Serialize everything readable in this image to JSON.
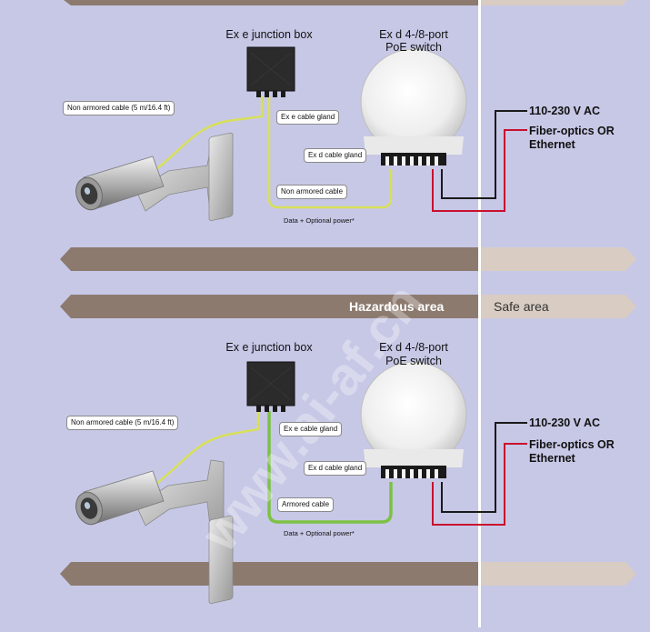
{
  "panels": [
    {
      "junction_box_title": "Ex e junction box",
      "switch_title_line1": "Ex d 4-/8-port",
      "switch_title_line2": "PoE switch",
      "camera_cable_label": "Non armored cable (5 m/16.4 ft)",
      "junction_gland_label": "Ex e cable gland",
      "switch_gland_label": "Ex d cable gland",
      "link_cable_label": "Non armored cable",
      "data_power_label": "Data + Optional power*",
      "ac_label": "110-230 V AC",
      "fiber_label_line1": "Fiber-optics OR",
      "fiber_label_line2": "Ethernet"
    },
    {
      "junction_box_title": "Ex e junction box",
      "switch_title_line1": "Ex d 4-/8-port",
      "switch_title_line2": "PoE switch",
      "camera_cable_label": "Non armored cable (5 m/16.4 ft)",
      "junction_gland_label": "Ex e cable gland",
      "switch_gland_label": "Ex d cable gland",
      "link_cable_label": "Armored cable",
      "data_power_label": "Data + Optional power*",
      "ac_label": "110-230 V AC",
      "fiber_label_line1": "Fiber-optics OR",
      "fiber_label_line2": "Ethernet"
    }
  ],
  "areas": {
    "hazardous": "Hazardous area",
    "safe": "Safe area"
  },
  "watermark": "www.ai-af.cn",
  "colors": {
    "background": "#c7c8e6",
    "banner": "#8c7a6f",
    "safe_banner": "#d9ccc2",
    "divider": "#ffffff",
    "yellow_cable": "#d8e05a",
    "green_cable": "#7cc243",
    "ac_cable": "#1a1a1a",
    "fiber_cable": "#c8102e"
  }
}
